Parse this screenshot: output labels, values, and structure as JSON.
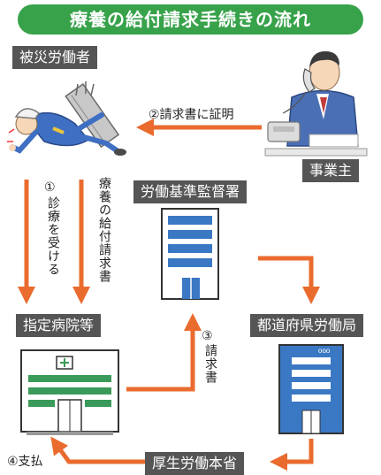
{
  "title": "療養の給付請求手続きの流れ",
  "nodes": {
    "victim": "被災労働者",
    "employer": "事業主",
    "labor_office": "労働基準監督署",
    "hospital": "指定病院等",
    "prefecture_office": "都道府県労働局",
    "ministry": "厚生労働本省"
  },
  "steps": {
    "step1_num": "①",
    "step1": "診療を受ける",
    "step2": "②請求書に証明",
    "step3_num": "③",
    "step3": "請求書",
    "step4": "④支払",
    "claim_form": "療養の給付請求書"
  },
  "colors": {
    "title_bg": "#37a24a",
    "label_bg": "#555555",
    "arrow": "#ea6b2e",
    "building": "#3a78c4"
  }
}
